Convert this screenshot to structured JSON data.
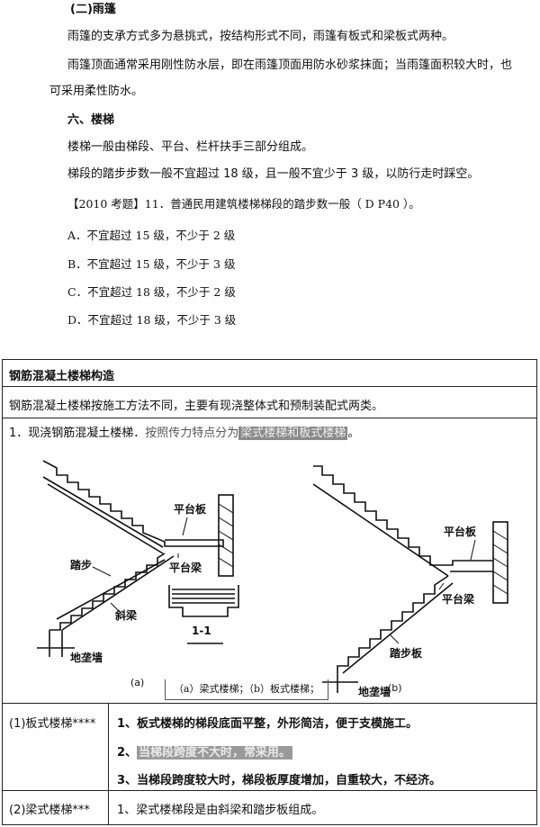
{
  "section_rain": {
    "heading": "(二)雨篷",
    "p1": "雨篷的支承方式多为悬挑式，按结构形式不同，雨篷有板式和梁板式两种。",
    "p2a": "雨篷顶面通常采用刚性防水层，即在雨篷顶面用防水砂浆抹面；当雨篷面积较大时，也",
    "p2b": "可采用柔性防水。"
  },
  "section_stairs": {
    "heading": "六、楼梯",
    "p1": "楼梯一般由梯段、平台、栏杆扶手三部分组成。",
    "p2": "梯段的踏步步数一般不宜超过 18 级，且一般不宜少于 3 级，以防行走时踩空。"
  },
  "question": {
    "stem": "【2010 考题】11．普通民用建筑楼梯梯段的踏步数一般（ D P40 ）。",
    "options": [
      "A．不宜超过 15 级，不少于 2 级",
      "B．不宜超过 15 级，不少于 3 级",
      "C．不宜超过 18 级，不少于 2 级",
      "D．不宜超过 18 级，不少于 3 级"
    ]
  },
  "table": {
    "title": "钢筋混凝土楼梯构造",
    "intro": "钢筋混凝土楼梯按施工方法不同，主要有现浇整体式和预制装配式两类。",
    "item1_prefix": "1．现浇钢筋混凝土楼梯．",
    "item1_plain": "按照传力特点分为",
    "item1_hl": "梁式楼梯和板式楼梯",
    "item1_suffix": "。",
    "figure": {
      "labels_a": [
        "平台板",
        "踏步",
        "平台梁",
        "斜梁",
        "地垄墙",
        "1-1",
        "(a)"
      ],
      "labels_b": [
        "平台板",
        "平台梁",
        "踏步板",
        "地垄墙",
        "(b)"
      ],
      "caption": "（a）梁式楼梯；（b）板式楼梯；"
    },
    "rows": [
      {
        "label": "(1)板式楼梯****",
        "lines": [
          "1、板式楼梯的梯段底面平整，外形简洁，便于支模施工。",
          "当梯段跨度不大时，常采用。",
          "3、当梯段跨度较大时，梯段板厚度增加，自重较大，不经济。"
        ],
        "line2_prefix": "2、"
      },
      {
        "label": "(2)梁式楼梯***",
        "lines": [
          "1、梁式楼梯段是由斜梁和踏步板组成。"
        ]
      }
    ]
  }
}
